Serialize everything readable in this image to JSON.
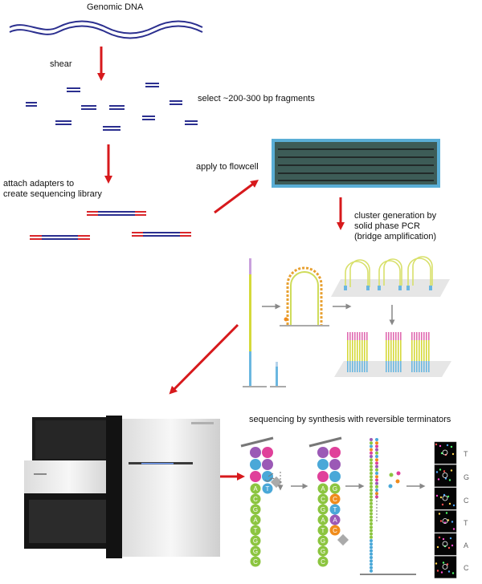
{
  "labels": {
    "genomic_dna": "Genomic DNA",
    "shear": "shear",
    "select": "select ~200-300 bp fragments",
    "attach_line1": "attach adapters to",
    "attach_line2": "create sequencing library",
    "apply": "apply to flowcell",
    "cluster_line1": "cluster generation by",
    "cluster_line2": "solid phase PCR",
    "cluster_line3": "(bridge amplification)",
    "sbs": "sequencing by synthesis with reversible terminators"
  },
  "base_calls": [
    "T",
    "G",
    "C",
    "T",
    "A",
    "C"
  ],
  "strand_bases_1": [
    "A",
    "C",
    "G",
    "A",
    "T",
    "G",
    "G",
    "C"
  ],
  "strand_bases_2": [
    "A",
    "C",
    "G",
    "A",
    "T",
    "G",
    "G",
    "C"
  ],
  "incorporated_2": [
    "G",
    "C",
    "T",
    "A",
    "C"
  ],
  "colors": {
    "dna": "#2b2f8f",
    "adapter": "#d9262b",
    "arrow": "#d7191c",
    "flowcell_border": "#5aaed6",
    "flowcell_fill": "#3d5c57",
    "base_green": "#8cc540",
    "base_blue": "#4aa8d8",
    "base_purple": "#9b59b6",
    "base_magenta": "#e0409a",
    "base_orange": "#f08c1c"
  }
}
